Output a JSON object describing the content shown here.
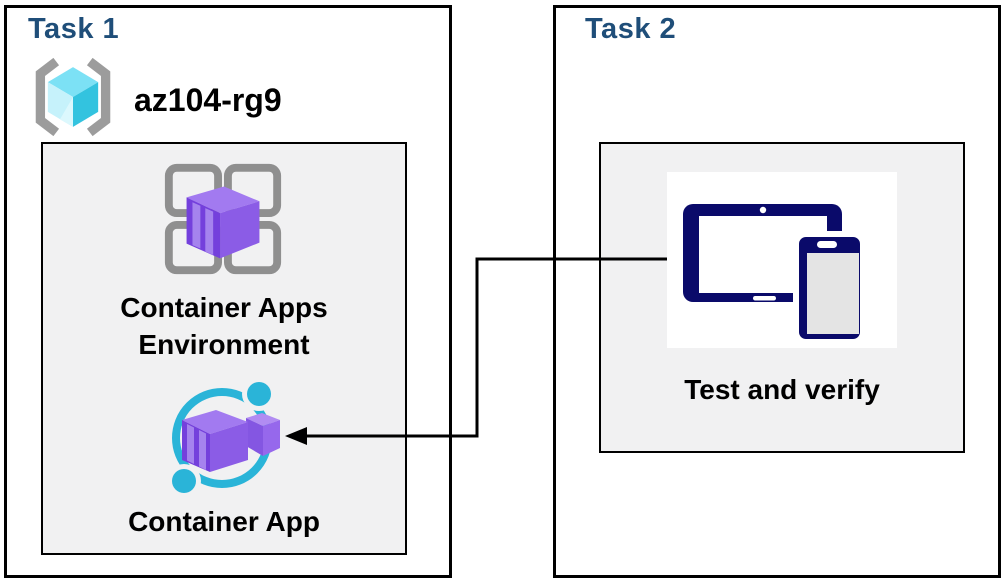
{
  "diagram": {
    "task1": {
      "title": "Task 1",
      "resource_group": {
        "name": "az104-rg9",
        "icon": "resource-group-icon"
      },
      "environment_label": "Container Apps Environment",
      "app_label": "Container App"
    },
    "task2": {
      "title": "Task 2",
      "verify_label": "Test and verify",
      "icon": "devices-icon"
    },
    "connector": {
      "type": "elbow-arrow",
      "from": "devices-icon",
      "to": "container-app-icon"
    }
  },
  "colors": {
    "task_title": "#1F4E79",
    "box_border": "#000000",
    "panel_fill": "#F1F1F2",
    "label_text": "#000000",
    "arrow": "#000000",
    "device_navy": "#0A0A6A",
    "azure_cyan_arc": "#2AB4D8",
    "cube_cyan_top": "#7CE1F5",
    "cube_cyan_left": "#C6F2FB",
    "cube_cyan_right": "#33C3DF",
    "bracket_gray": "#9C9C9C",
    "grid_gray": "#8F8F8F",
    "purple_left": "#7440DC",
    "purple_right": "#8B5CE6",
    "purple_top": "#A27AF0",
    "purple_stripe": "#A583EE"
  }
}
